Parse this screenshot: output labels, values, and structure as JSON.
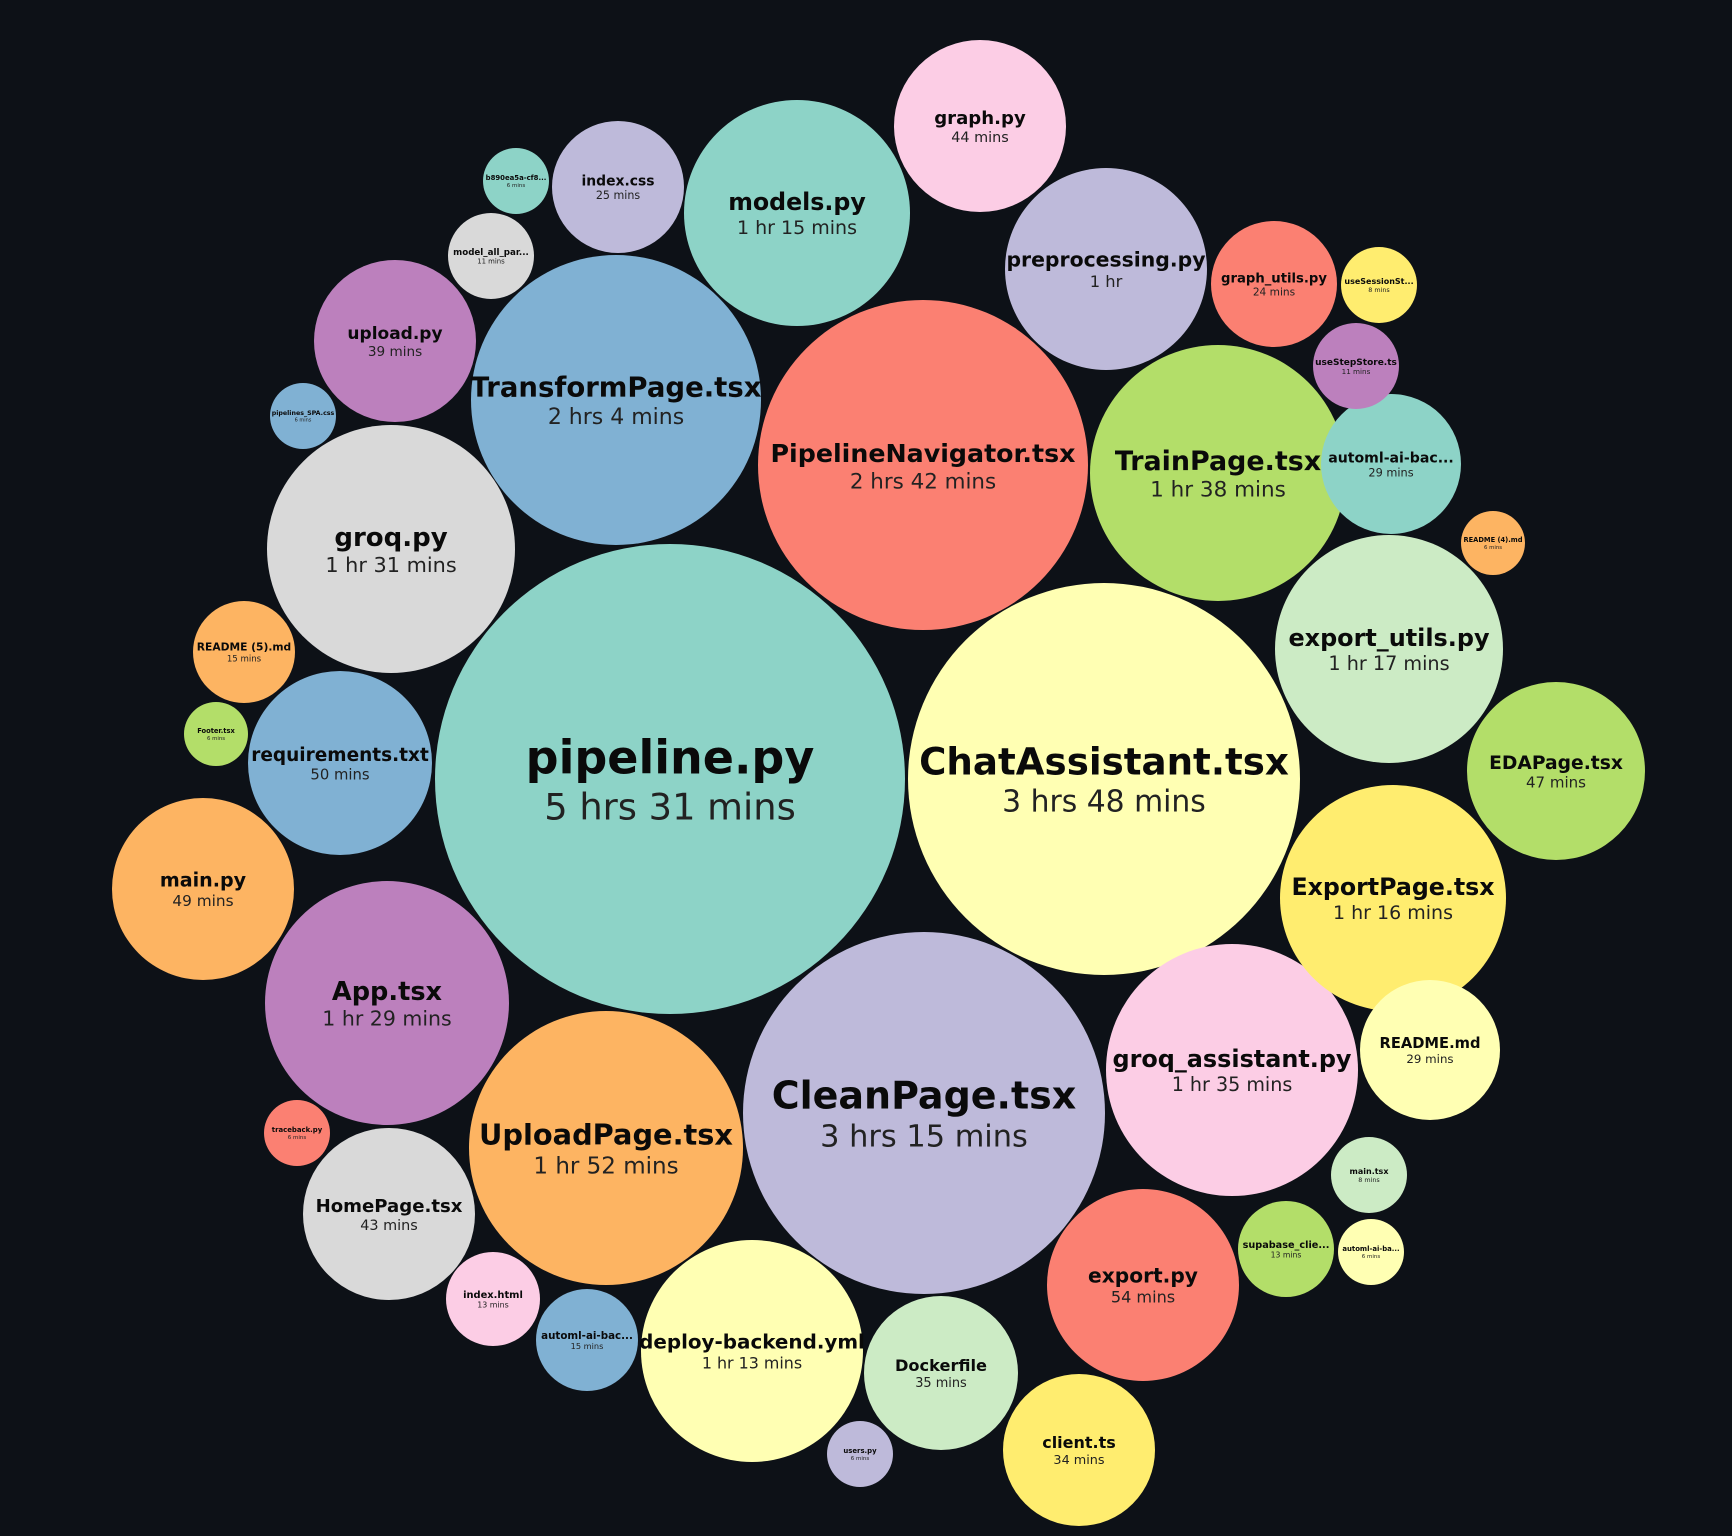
{
  "chart_data": {
    "type": "bubble",
    "title": "",
    "bubbles": [
      {
        "name": "pipeline.py",
        "duration": "5 hrs 31 mins",
        "minutes": 331,
        "color": "#8dd3c7"
      },
      {
        "name": "ChatAssistant.tsx",
        "duration": "3 hrs 48 mins",
        "minutes": 228,
        "color": "#ffffb3"
      },
      {
        "name": "CleanPage.tsx",
        "duration": "3 hrs 15 mins",
        "minutes": 195,
        "color": "#bebada"
      },
      {
        "name": "PipelineNavigator.tsx",
        "duration": "2 hrs 42 mins",
        "minutes": 162,
        "color": "#fb8072"
      },
      {
        "name": "TransformPage.tsx",
        "duration": "2 hrs 4 mins",
        "minutes": 124,
        "color": "#80b1d3"
      },
      {
        "name": "UploadPage.tsx",
        "duration": "1 hr 52 mins",
        "minutes": 112,
        "color": "#fdb462"
      },
      {
        "name": "TrainPage.tsx",
        "duration": "1 hr 38 mins",
        "minutes": 98,
        "color": "#b3de69"
      },
      {
        "name": "groq_assistant.py",
        "duration": "1 hr 35 mins",
        "minutes": 95,
        "color": "#fccde5"
      },
      {
        "name": "groq.py",
        "duration": "1 hr 31 mins",
        "minutes": 91,
        "color": "#d9d9d9"
      },
      {
        "name": "App.tsx",
        "duration": "1 hr 29 mins",
        "minutes": 89,
        "color": "#bc80bd"
      },
      {
        "name": "export_utils.py",
        "duration": "1 hr 17 mins",
        "minutes": 77,
        "color": "#ccebc5"
      },
      {
        "name": "ExportPage.tsx",
        "duration": "1 hr 16 mins",
        "minutes": 76,
        "color": "#ffed6f"
      },
      {
        "name": "models.py",
        "duration": "1 hr 15 mins",
        "minutes": 75,
        "color": "#8dd3c7"
      },
      {
        "name": "deploy-backend.yml",
        "duration": "1 hr 13 mins",
        "minutes": 73,
        "color": "#ffffb3"
      },
      {
        "name": "preprocessing.py",
        "duration": "1 hr",
        "minutes": 60,
        "color": "#bebada"
      },
      {
        "name": "export.py",
        "duration": "54 mins",
        "minutes": 54,
        "color": "#fb8072"
      },
      {
        "name": "requirements.txt",
        "duration": "50 mins",
        "minutes": 50,
        "color": "#80b1d3"
      },
      {
        "name": "main.py",
        "duration": "49 mins",
        "minutes": 49,
        "color": "#fdb462"
      },
      {
        "name": "EDAPage.tsx",
        "duration": "47 mins",
        "minutes": 47,
        "color": "#b3de69"
      },
      {
        "name": "graph.py",
        "duration": "44 mins",
        "minutes": 44,
        "color": "#fccde5"
      },
      {
        "name": "HomePage.tsx",
        "duration": "43 mins",
        "minutes": 43,
        "color": "#d9d9d9"
      },
      {
        "name": "upload.py",
        "duration": "39 mins",
        "minutes": 39,
        "color": "#bc80bd"
      },
      {
        "name": "Dockerfile",
        "duration": "35 mins",
        "minutes": 35,
        "color": "#ccebc5"
      },
      {
        "name": "client.ts",
        "duration": "34 mins",
        "minutes": 34,
        "color": "#ffed6f"
      },
      {
        "name": "automl-ai-bac...",
        "duration": "29 mins",
        "minutes": 29,
        "color": "#8dd3c7"
      },
      {
        "name": "README.md",
        "duration": "29 mins",
        "minutes": 29,
        "color": "#ffffb3"
      },
      {
        "name": "index.css",
        "duration": "25 mins",
        "minutes": 25,
        "color": "#bebada"
      },
      {
        "name": "graph_utils.py",
        "duration": "24 mins",
        "minutes": 24,
        "color": "#fb8072"
      },
      {
        "name": "automl-ai-bac...",
        "duration": "15 mins",
        "minutes": 15,
        "color": "#80b1d3"
      },
      {
        "name": "README (5).md",
        "duration": "15 mins",
        "minutes": 15,
        "color": "#fdb462"
      },
      {
        "name": "supabase_clie...",
        "duration": "13 mins",
        "minutes": 13,
        "color": "#b3de69"
      },
      {
        "name": "index.html",
        "duration": "13 mins",
        "minutes": 13,
        "color": "#fccde5"
      },
      {
        "name": "model_all_par...",
        "duration": "11 mins",
        "minutes": 11,
        "color": "#d9d9d9"
      },
      {
        "name": "useStepStore.ts",
        "duration": "11 mins",
        "minutes": 11,
        "color": "#bc80bd"
      },
      {
        "name": "main.tsx",
        "duration": "8 mins",
        "minutes": 8,
        "color": "#ccebc5"
      },
      {
        "name": "useSessionSt...",
        "duration": "8 mins",
        "minutes": 8,
        "color": "#ffed6f"
      },
      {
        "name": "b890ea5a-cf8...",
        "duration": "6 mins",
        "minutes": 6,
        "color": "#8dd3c7"
      },
      {
        "name": "automl-ai-ba...",
        "duration": "6 mins",
        "minutes": 6,
        "color": "#ffffb3"
      },
      {
        "name": "users.py",
        "duration": "6 mins",
        "minutes": 6,
        "color": "#bebada"
      },
      {
        "name": "traceback.py",
        "duration": "6 mins",
        "minutes": 6,
        "color": "#fb8072"
      },
      {
        "name": "pipelines_SPA.css",
        "duration": "6 mins",
        "minutes": 6,
        "color": "#80b1d3"
      },
      {
        "name": "README (4).md",
        "duration": "6 mins",
        "minutes": 6,
        "color": "#fdb462"
      },
      {
        "name": "Footer.tsx",
        "duration": "6 mins",
        "minutes": 6,
        "color": "#b3de69"
      }
    ],
    "background": "#0d1117"
  }
}
